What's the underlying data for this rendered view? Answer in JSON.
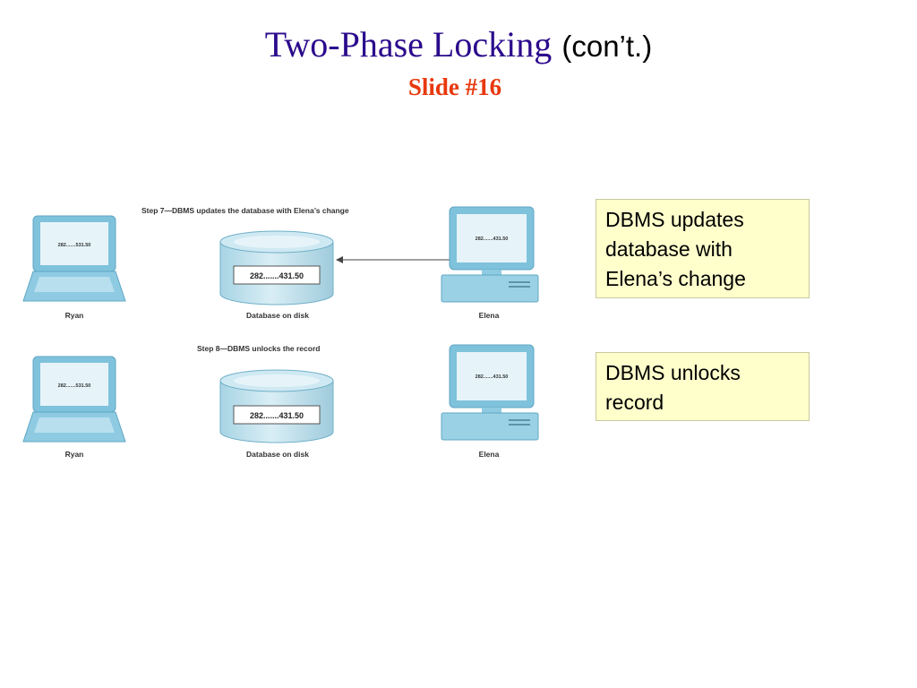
{
  "slide": {
    "title": "Two-Phase Locking",
    "title_suffix": "(con’t.)",
    "subtitle": "Slide #16"
  },
  "steps": [
    {
      "heading": "Step 7—DBMS updates the database with Elena’s change",
      "ryan_screen": "282.......531.50",
      "database_value": "282.......431.50",
      "elena_screen": "282.......431.50",
      "ryan_label": "Ryan",
      "database_label": "Database on disk",
      "elena_label": "Elena"
    },
    {
      "heading": "Step 8—DBMS unlocks the record",
      "ryan_screen": "282.......531.50",
      "database_value": "282.......431.50",
      "elena_screen": "282.......431.50",
      "ryan_label": "Ryan",
      "database_label": "Database on disk",
      "elena_label": "Elena"
    }
  ],
  "callouts": [
    "DBMS updates database with Elena’s change",
    "DBMS unlocks record"
  ]
}
